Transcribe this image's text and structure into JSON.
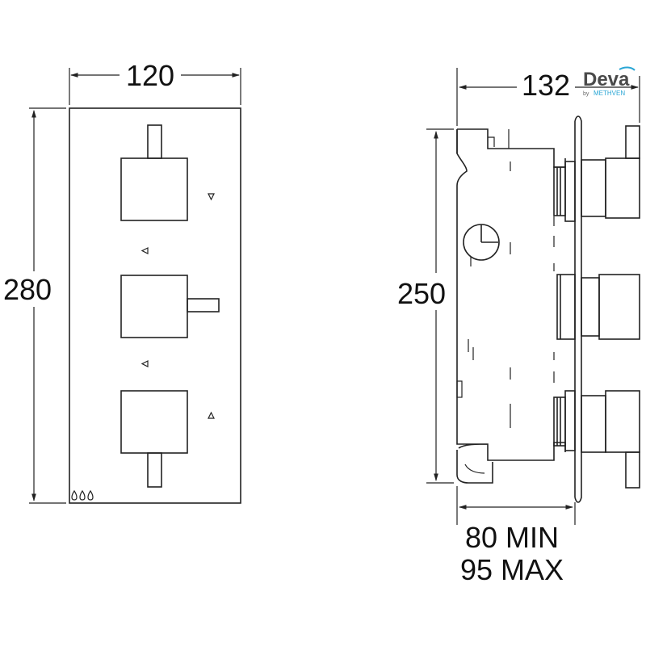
{
  "front_view": {
    "width_label": "120",
    "height_label": "280"
  },
  "side_view": {
    "depth_label": "132",
    "body_height_label": "250",
    "min_label": "80 MIN",
    "max_label": "95 MAX"
  },
  "logo": {
    "brand": "Deva",
    "by": "by",
    "maker": "METHVEN"
  }
}
